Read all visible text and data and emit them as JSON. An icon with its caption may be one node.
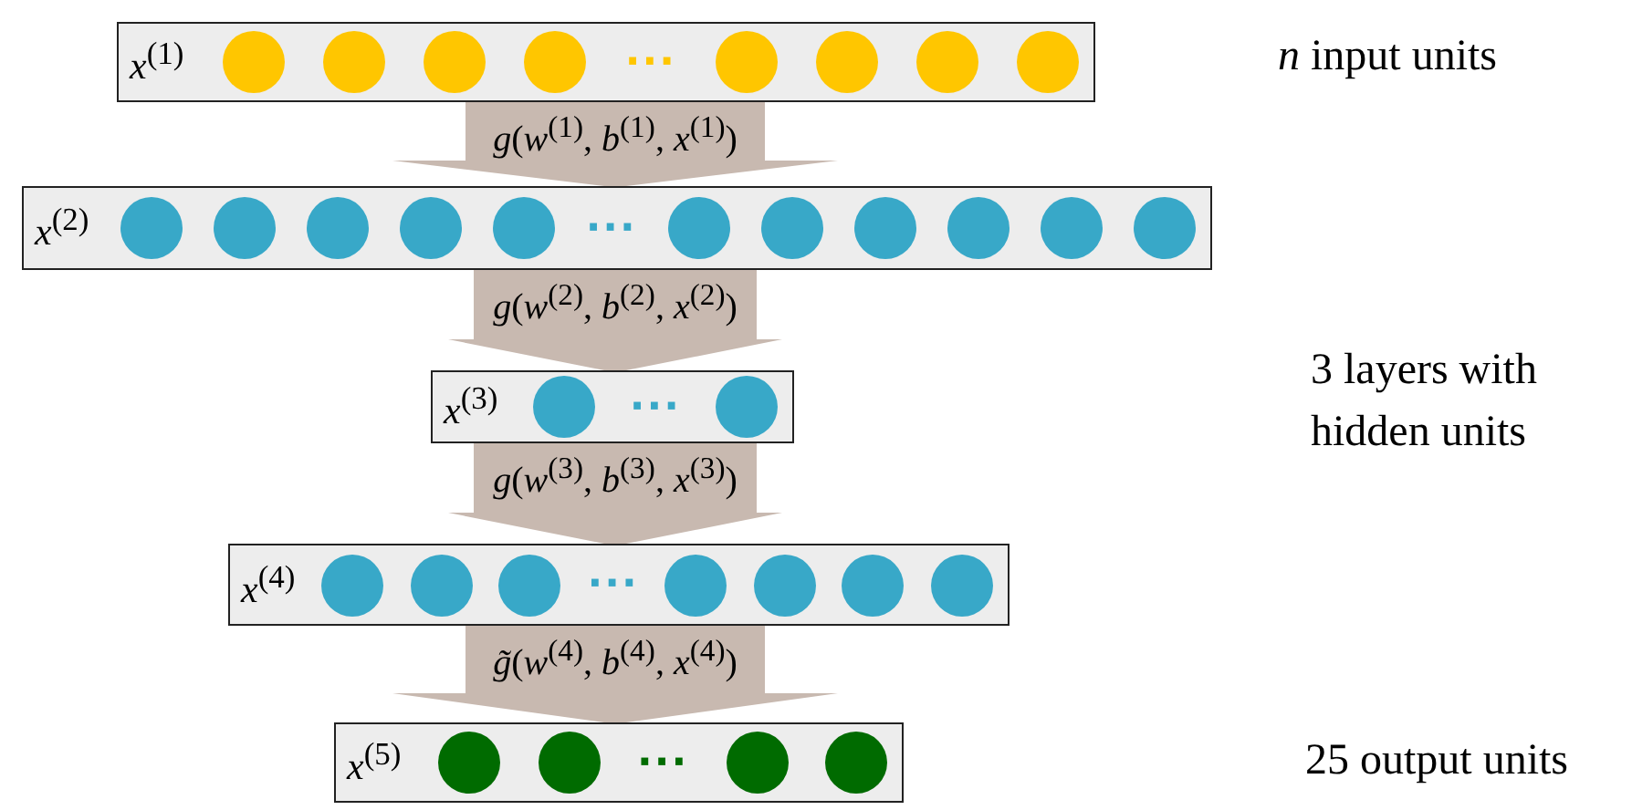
{
  "diagram": {
    "nodes": [
      {
        "text": [
          "*x*$^{(1)}$",
          "···"
        ]
      },
      {
        "text": [],
        "shape": "circle",
        "in": 0
      },
      {
        "text": [],
        "shape": "circle",
        "in": 0
      },
      {
        "text": [],
        "shape": "circle",
        "in": 0
      },
      {
        "text": [],
        "shape": "circle",
        "in": 0
      },
      {
        "text": [],
        "shape": "circle",
        "in": 0
      },
      {
        "text": [],
        "shape": "circle",
        "in": 0
      },
      {
        "text": [],
        "shape": "circle",
        "in": 0
      },
      {
        "text": [],
        "shape": "circle",
        "in": 0
      },
      {
        "text": [
          "*x*$^{(2)}$",
          "···"
        ]
      },
      {
        "text": [],
        "shape": "circle",
        "in": 9
      },
      {
        "text": [],
        "shape": "circle",
        "in": 9
      },
      {
        "text": [],
        "shape": "circle",
        "in": 9
      },
      {
        "text": [],
        "shape": "circle",
        "in": 9
      },
      {
        "text": [],
        "shape": "circle",
        "in": 9
      },
      {
        "text": [],
        "shape": "circle",
        "in": 9
      },
      {
        "text": [],
        "shape": "circle",
        "in": 9
      },
      {
        "text": [],
        "shape": "circle",
        "in": 9
      },
      {
        "text": [],
        "shape": "circle",
        "in": 9
      },
      {
        "text": [],
        "shape": "circle",
        "in": 9
      },
      {
        "text": [],
        "shape": "circle",
        "in": 9
      },
      {
        "text": [
          "*x*$^{(3)}$",
          "···"
        ]
      },
      {
        "text": [],
        "shape": "circle",
        "in": 21
      },
      {
        "text": [],
        "shape": "circle",
        "in": 21
      },
      {
        "text": [
          "*x*$^{(4)}$",
          "···"
        ]
      },
      {
        "text": [],
        "shape": "circle",
        "in": 24
      },
      {
        "text": [],
        "shape": "circle",
        "in": 24
      },
      {
        "text": [],
        "shape": "circle",
        "in": 24
      },
      {
        "text": [],
        "shape": "circle",
        "in": 24
      },
      {
        "text": [],
        "shape": "circle",
        "in": 24
      },
      {
        "text": [],
        "shape": "circle",
        "in": 24
      },
      {
        "text": [],
        "shape": "circle",
        "in": 24
      },
      {
        "text": [
          "*x*$^{(5)}$",
          "···"
        ]
      },
      {
        "text": [],
        "shape": "circle",
        "in": 32
      },
      {
        "text": [],
        "shape": "circle",
        "in": 32
      },
      {
        "text": [],
        "shape": "circle",
        "in": 32
      },
      {
        "text": [],
        "shape": "circle",
        "in": 32
      }
    ],
    "edges": [
      {
        "from": 0,
        "to": 9,
        "arrow": "to",
        "label": "*g*(*w*$^{(1)}$, *b*$^{(1)}$, *x*$^{(1)}$)"
      },
      {
        "from": 9,
        "to": 21,
        "arrow": "to",
        "label": "*g*(*w*$^{(2)}$, *b*$^{(2)}$, *x*$^{(2)}$)"
      },
      {
        "from": 21,
        "to": 24,
        "arrow": "to",
        "label": "*g*(*w*$^{(3)}$, *b*$^{(3)}$, *x*$^{(3)}$)"
      },
      {
        "from": 24,
        "to": 32,
        "arrow": "to",
        "label": "*g̃*(*w*$^{(4)}$, *b*$^{(4)}$, *x*$^{(4)}$)"
      }
    ],
    "labels": [
      "*n* input units",
      "3 layers with hidden units",
      "25 output units"
    ]
  }
}
